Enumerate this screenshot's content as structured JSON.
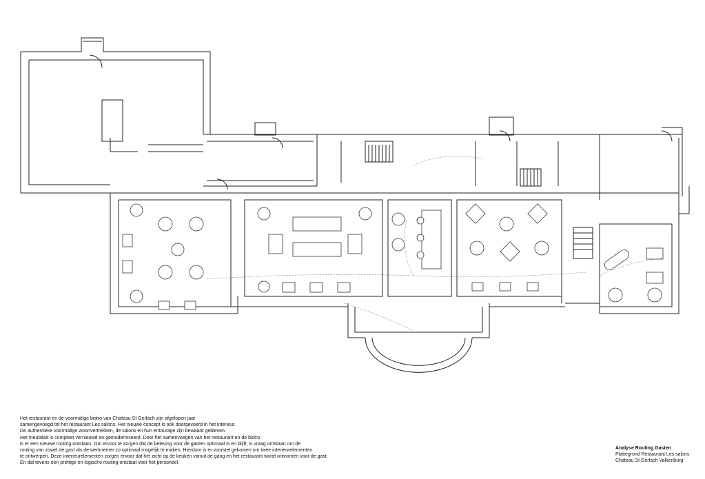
{
  "description": {
    "lines": [
      "Het restaurant en de voormalige bistro van Chateau St Gerlach zijn afgelopen jaar",
      "samengevoegd tot het restaurant Les salons. Het nieuwe concept is ook doorgevoerd in het interieur.",
      "De authentieke voormalige woonvertrekken, de salons en hun entourage zijn bewaard gebleven.",
      "Het meubilair is compleet vernieuwd en gemoderniseerd. Door het samenvoegen van het restaurant en de bistro",
      "is er een nieuwe routing ontstaan. Om ervoor te zorgen dat de beleving voor de gasten optimaal is en blijft, is vraag ontstaan om de",
      "routing van zowel de gast als de werknemer zo optimaal mogelijk te maken. Hierdoor is er voorstel gekomen om twee interieurelementen",
      "te ontwerpen. Deze interieurelementen zorgen ervoor dat het zicht op de keuken vanuit de gang en het restaurant wordt ontnomen voor de gast.",
      "En dat tevens een prettige en logische routing ontstaat voor het personeel."
    ]
  },
  "cartouche": {
    "title": "Analyse Routing Gasten",
    "subtitle": "Plattegrond Restaurant Les salons",
    "location": "Chateau St Gerlach Valkenburg"
  }
}
